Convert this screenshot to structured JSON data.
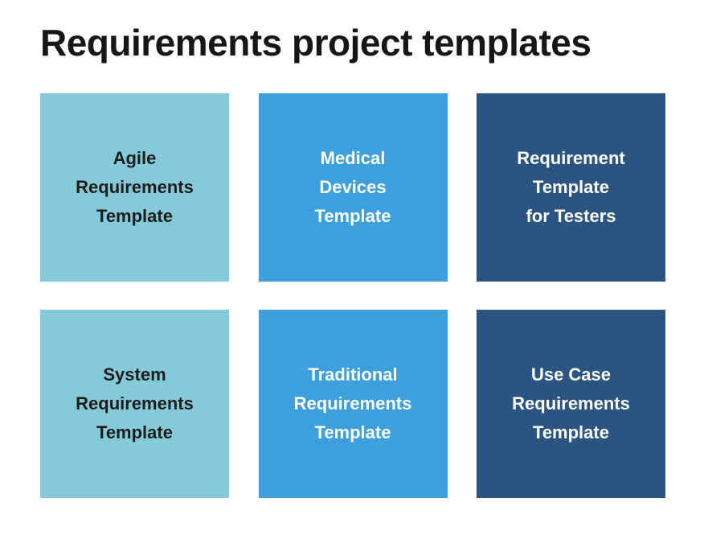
{
  "page": {
    "title": "Requirements project templates"
  },
  "colors": {
    "page_bg": "#FFFFFF",
    "title_color": "#161616",
    "light_card_bg": "#85CAD8",
    "medium_card_bg": "#3D9FDB",
    "dark_card_bg": "#2B5580",
    "light_card_text": "#1C1C1C",
    "dark_card_text": "#FFFFFF"
  },
  "cards": [
    {
      "id": "agile-requirements-template",
      "lines": [
        "Agile",
        "Requirements",
        "Template"
      ]
    },
    {
      "id": "medical-devices-template",
      "lines": [
        "Medical",
        "Devices",
        "Template"
      ]
    },
    {
      "id": "requirement-template-for-testers",
      "lines": [
        "Requirement",
        "Template",
        "for Testers"
      ]
    },
    {
      "id": "system-requirements-template",
      "lines": [
        "System",
        "Requirements",
        "Template"
      ]
    },
    {
      "id": "traditional-requirements-template",
      "lines": [
        "Traditional",
        "Requirements",
        "Template"
      ]
    },
    {
      "id": "use-case-requirements-template",
      "lines": [
        "Use Case",
        "Requirements",
        "Template"
      ]
    }
  ]
}
